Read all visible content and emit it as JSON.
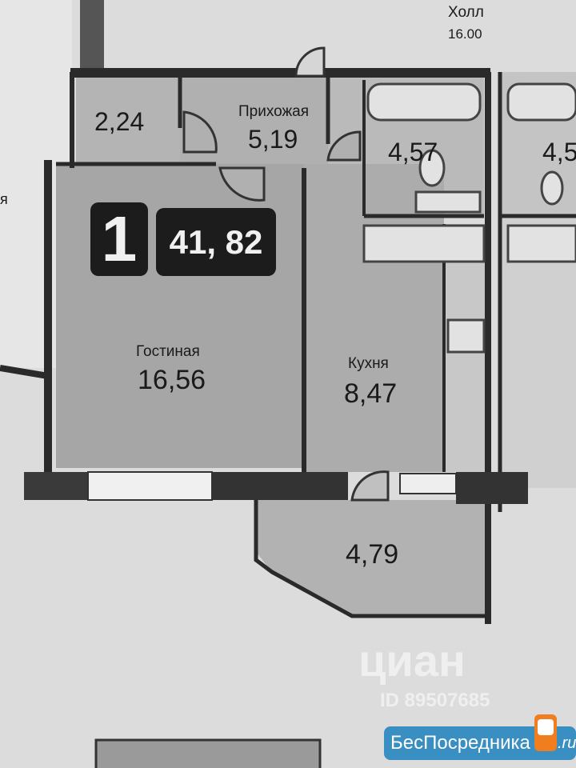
{
  "plan": {
    "hall": {
      "name": "Холл",
      "area": "16.00"
    },
    "rooms": [
      {
        "id": "storage",
        "name": "",
        "area": "2,24"
      },
      {
        "id": "hallway",
        "name": "Прихожая",
        "area": "5,19"
      },
      {
        "id": "bathroom",
        "name": "",
        "area": "4,57"
      },
      {
        "id": "neighbor-bathroom",
        "name": "",
        "area": "4,5"
      },
      {
        "id": "living",
        "name": "Гостиная",
        "area": "16,56"
      },
      {
        "id": "kitchen",
        "name": "Кухня",
        "area": "8,47"
      },
      {
        "id": "balcony",
        "name": "",
        "area": "4,79"
      }
    ],
    "badge": {
      "rooms": "1",
      "total_area": "41, 82"
    },
    "side_fragment": "я"
  },
  "watermarks": {
    "cian_logo": "циан",
    "cian_id": "ID 89507685",
    "site_logo": "БесПосредника",
    "site_tld": ".ru"
  },
  "colors": {
    "wall": "#2a2a2a",
    "room_fill": "#a9a9a9",
    "paper": "#dcdcdc",
    "logo_blue": "#3a8fc2",
    "logo_orange": "#f07e1e"
  }
}
